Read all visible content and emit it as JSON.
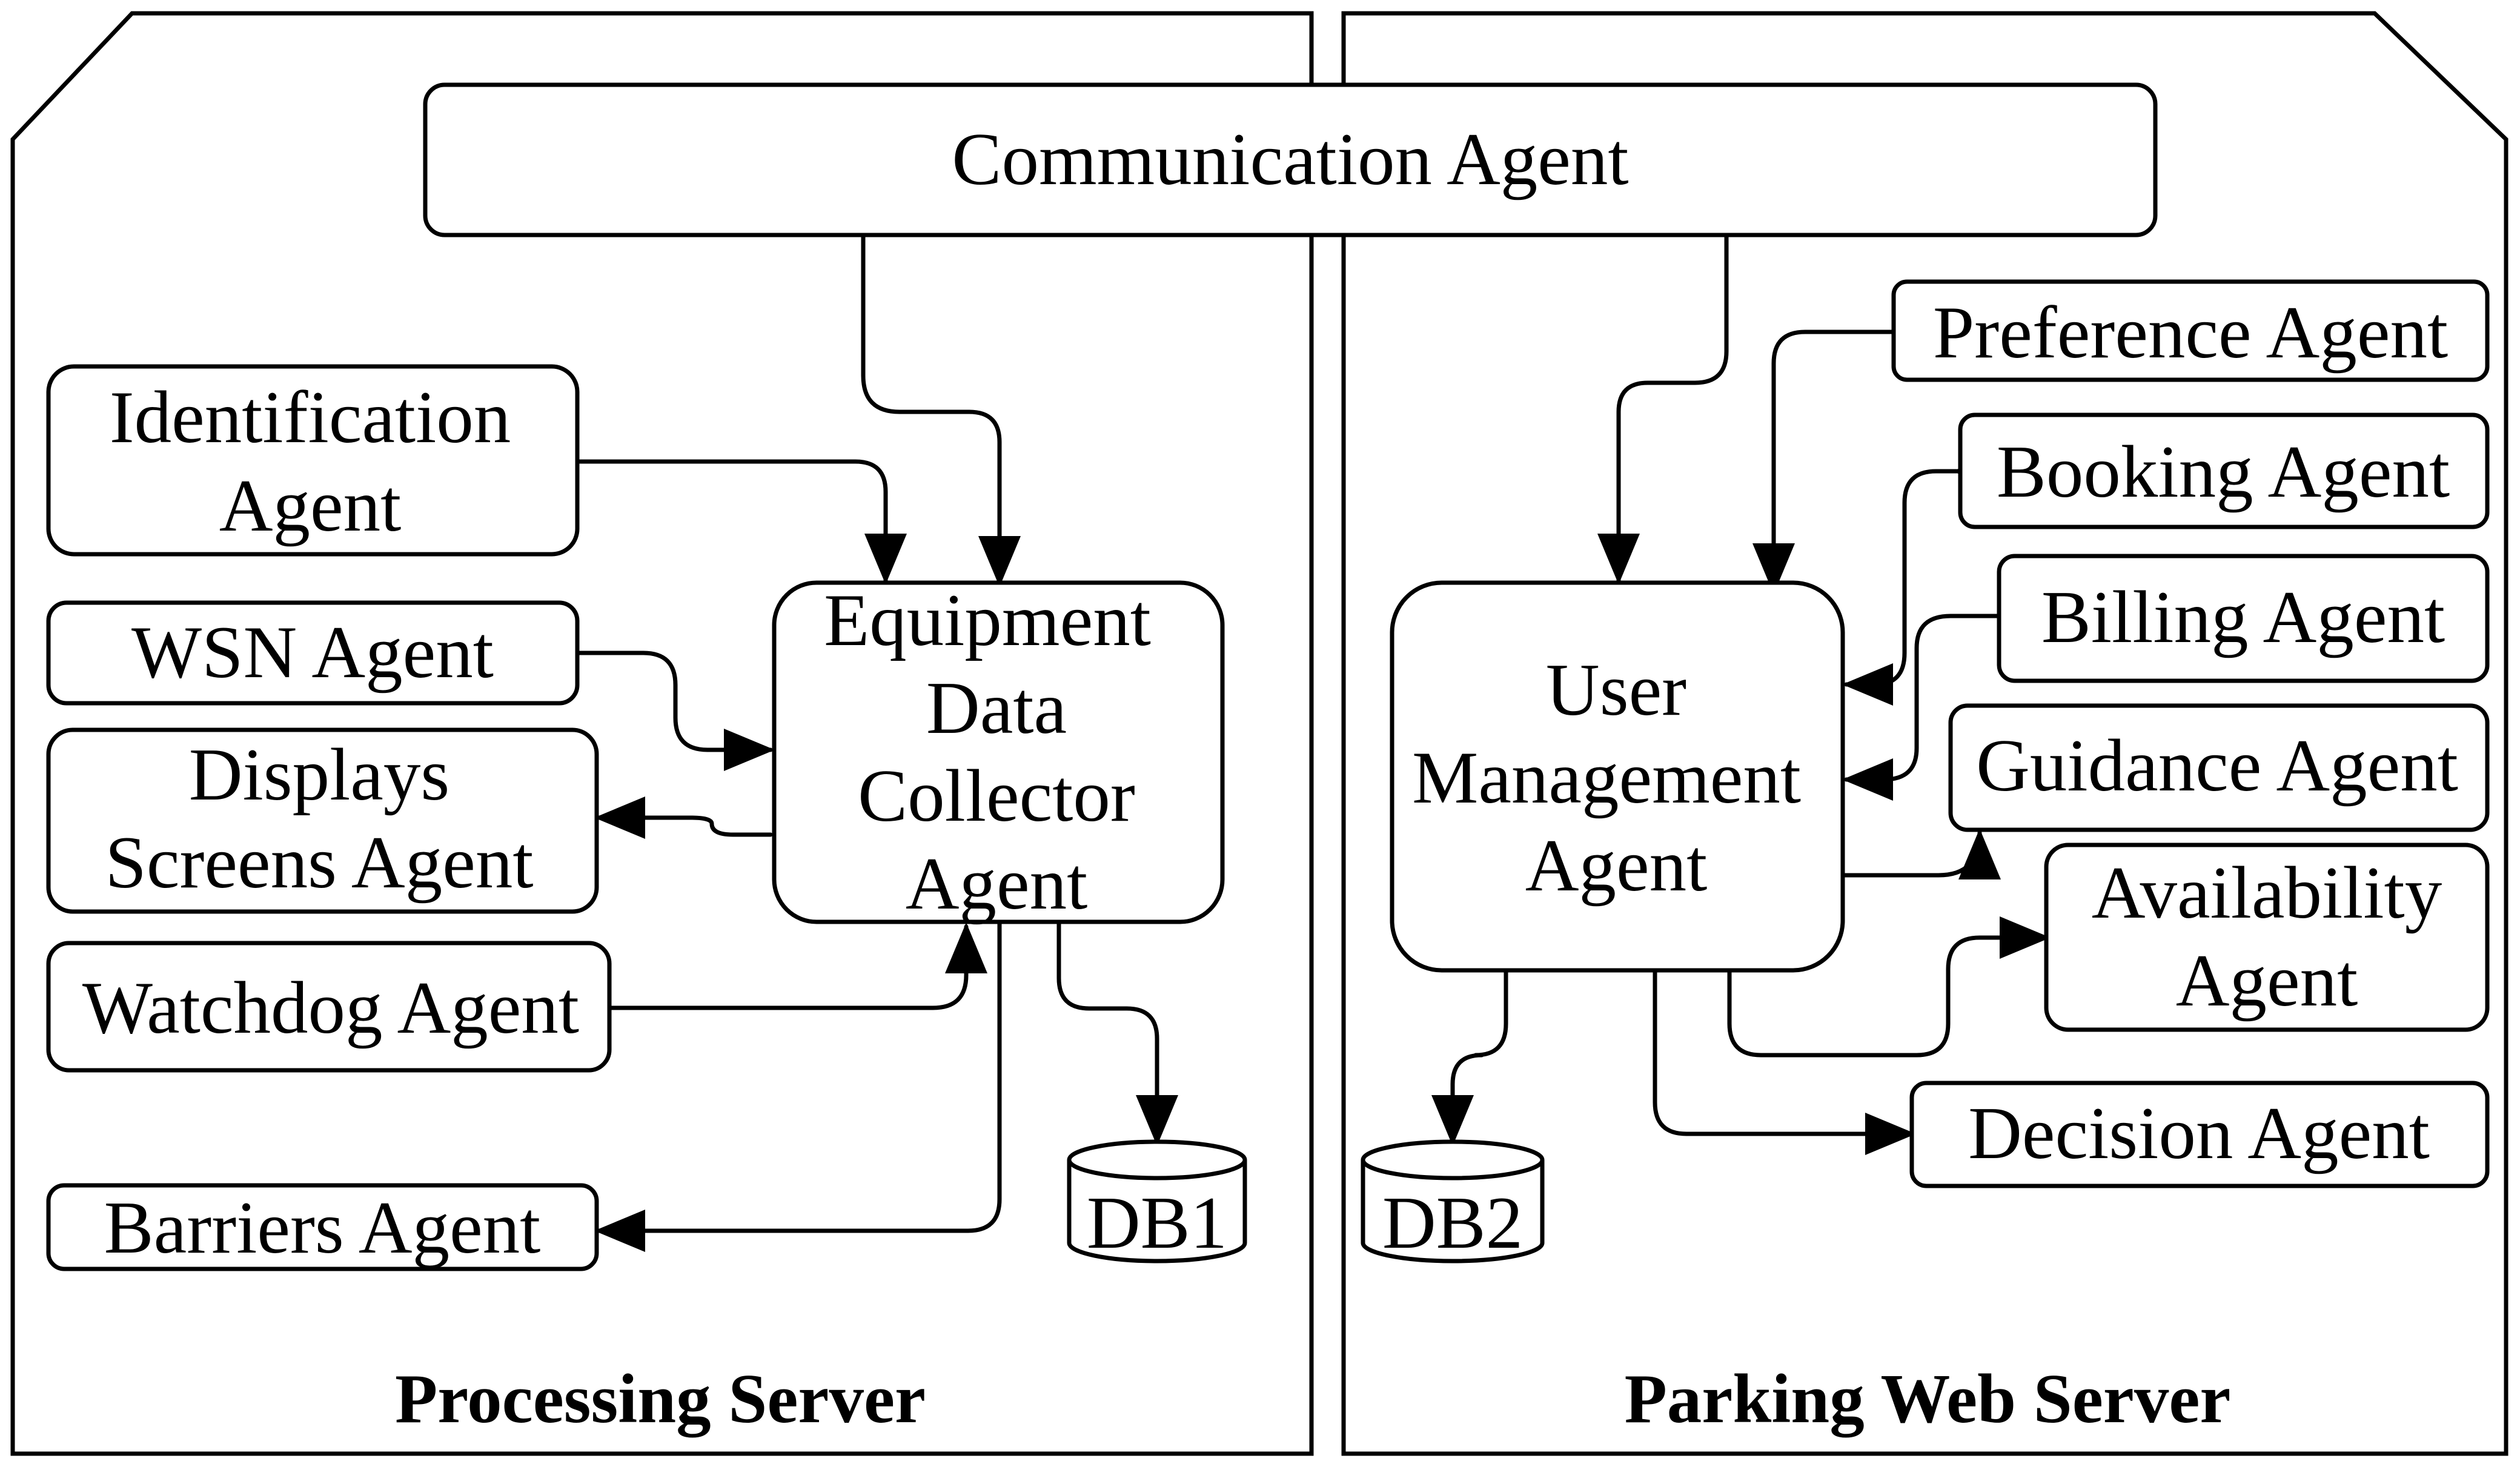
{
  "servers": {
    "processing": "Processing Server",
    "web": "Parking Web Server"
  },
  "agents": {
    "communication": "Communication Agent",
    "identification": [
      "Identification",
      "Agent"
    ],
    "wsn": "WSN Agent",
    "displays": [
      "Displays",
      "Screens Agent"
    ],
    "watchdog": "Watchdog Agent",
    "barriers": "Barriers Agent",
    "equipment": [
      "Equipment",
      "Data",
      "Collector",
      "Agent"
    ],
    "user_management": [
      "User",
      "Management",
      "Agent"
    ],
    "preference": "Preference Agent",
    "booking": "Booking Agent",
    "billing": "Billing Agent",
    "guidance": "Guidance Agent",
    "availability": [
      "Availability",
      "Agent"
    ],
    "decision": "Decision Agent"
  },
  "databases": {
    "db1": "DB1",
    "db2": "DB2"
  }
}
